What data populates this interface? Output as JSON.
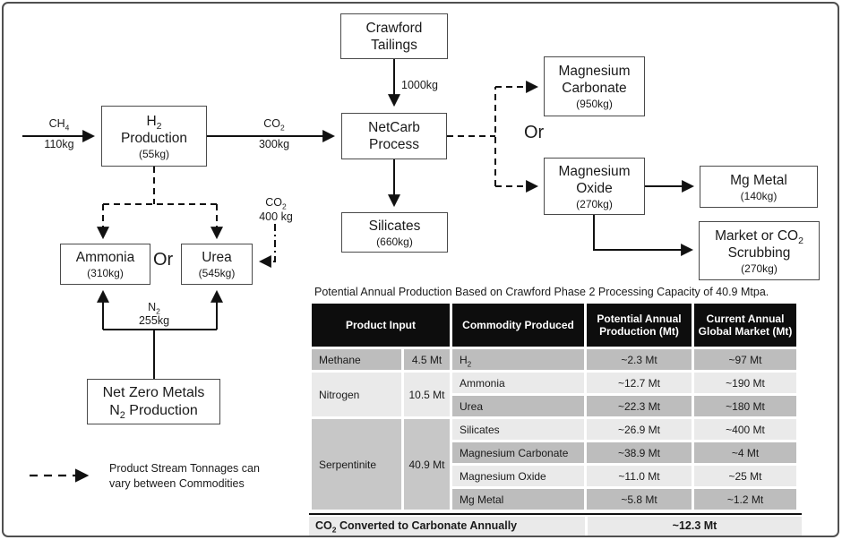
{
  "diagram": {
    "boxes": {
      "crawford": {
        "line1": "Crawford",
        "line2": "Tailings"
      },
      "h2prod": {
        "line1_base": "H",
        "line1_sub": "2",
        "line2": "Production",
        "amount": "(55kg)"
      },
      "netcarb": {
        "line1": "NetCarb",
        "line2": "Process"
      },
      "silicates": {
        "line1": "Silicates",
        "amount": "(660kg)"
      },
      "mag_carbonate": {
        "line1": "Magnesium",
        "line2": "Carbonate",
        "amount": "(950kg)"
      },
      "mag_oxide": {
        "line1": "Magnesium",
        "line2": "Oxide",
        "amount": "(270kg)"
      },
      "mg_metal": {
        "line1": "Mg Metal",
        "amount": "(140kg)"
      },
      "market_scrubbing": {
        "line1_base": "Market or CO",
        "line1_sub": "2",
        "line2": "Scrubbing",
        "amount": "(270kg)"
      },
      "ammonia": {
        "line1": "Ammonia",
        "amount": "(310kg)"
      },
      "urea": {
        "line1": "Urea",
        "amount": "(545kg)"
      },
      "net_zero": {
        "line1": "Net Zero Metals",
        "line2_base": "N",
        "line2_sub": "2",
        "line2_rest": " Production"
      }
    },
    "flow_labels": {
      "ch4": {
        "base": "CH",
        "sub": "4",
        "amount": "110kg"
      },
      "co2_to_netcarb": {
        "base": "CO",
        "sub": "2",
        "amount": "300kg"
      },
      "tailings_feed": {
        "amount": "1000kg"
      },
      "co2_to_urea": {
        "base": "CO",
        "sub": "2",
        "amount": "400 kg"
      },
      "n2_feed": {
        "base": "N",
        "sub": "2",
        "amount": "255kg"
      },
      "or_left": "Or",
      "or_right": "Or"
    },
    "legend": {
      "line1": "Product Stream Tonnages can",
      "line2": "vary between Commodities"
    }
  },
  "table": {
    "title": "Potential Annual Production Based on Crawford Phase 2 Processing Capacity of 40.9 Mtpa.",
    "headers": {
      "product_input": "Product Input",
      "commodity": "Commodity Produced",
      "production": "Potential Annual Production (Mt)",
      "market": "Current Annual Global Market (Mt)"
    },
    "inputs": {
      "methane": {
        "name": "Methane",
        "tonnage": "4.5 Mt"
      },
      "nitrogen": {
        "name": "Nitrogen",
        "tonnage": "10.5 Mt"
      },
      "serpentinite": {
        "name": "Serpentinite",
        "tonnage": "40.9 Mt"
      }
    },
    "rows": [
      {
        "commodity_base": "H",
        "commodity_sub": "2",
        "production": "~2.3 Mt",
        "market": "~97 Mt"
      },
      {
        "commodity_base": "Ammonia",
        "production": "~12.7 Mt",
        "market": "~190 Mt"
      },
      {
        "commodity_base": "Urea",
        "production": "~22.3 Mt",
        "market": "~180 Mt"
      },
      {
        "commodity_base": "Silicates",
        "production": "~26.9 Mt",
        "market": "~400 Mt"
      },
      {
        "commodity_base": "Magnesium Carbonate",
        "production": "~38.9 Mt",
        "market": "~4 Mt"
      },
      {
        "commodity_base": "Magnesium Oxide",
        "production": "~11.0 Mt",
        "market": "~25 Mt"
      },
      {
        "commodity_base": "Mg Metal",
        "production": "~5.8 Mt",
        "market": "~1.2 Mt"
      }
    ],
    "footer": {
      "label_base": "CO",
      "label_sub": "2",
      "label_rest": " Converted to Carbonate Annually",
      "value": "~12.3 Mt"
    },
    "colors": {
      "header_bg": "#0d0d0d",
      "row_dark": "#bdbdbd",
      "row_light": "#eaeaea",
      "serpentinite_cell": "#c7c7c7"
    }
  }
}
